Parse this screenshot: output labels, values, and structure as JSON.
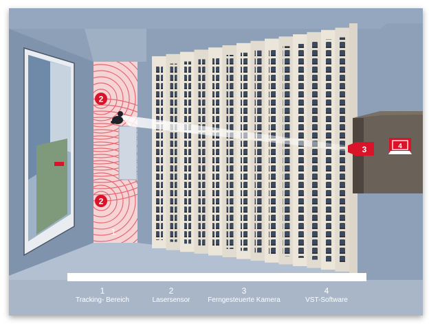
{
  "colors": {
    "accent": "#d9132a",
    "tracking_zone": "#f6d4d6",
    "wall": "#7f93ad",
    "floor": "#b9c6d6",
    "seat": "#3d4a5e",
    "step": "#e6dfd3",
    "desk": "#5a5249",
    "legend_bg": "#a8b6c8"
  },
  "markers": {
    "laser_top": "2",
    "laser_bottom": "2",
    "tracking_zone": "1",
    "camera": "3"
  },
  "icons": {
    "camera": "video-camera-icon",
    "laptop": "laptop-icon",
    "speaker": "person-icon"
  },
  "laptop_number": "4",
  "legend": [
    {
      "number": "1",
      "label": "Tracking- Bereich"
    },
    {
      "number": "2",
      "label": "Lasersensor"
    },
    {
      "number": "3",
      "label": "Ferngesteuerte Kamera"
    },
    {
      "number": "4",
      "label": "VST-Software"
    }
  ]
}
